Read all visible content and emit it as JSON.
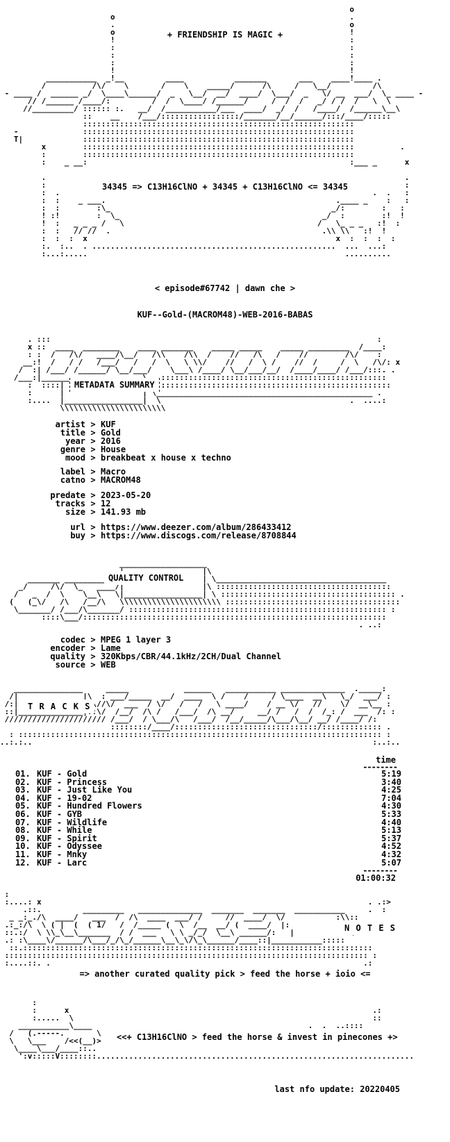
{
  "header": {
    "banner": "+ FRIENDSHIP IS MAGIC +",
    "formula": "34345 => C13H16ClNO + 34345 + C13H16ClNO <= 34345",
    "episode": "< episode#67742 | dawn che >",
    "release_name": "KUF--Gold-(MACROM48)-WEB-2016-BABAS"
  },
  "metadata": {
    "section_title": "METADATA SUMMARY",
    "group1": [
      {
        "key": "artist",
        "value": "KUF"
      },
      {
        "key": "title",
        "value": "Gold"
      },
      {
        "key": "year",
        "value": "2016"
      },
      {
        "key": "genre",
        "value": "House"
      },
      {
        "key": "mood",
        "value": "breakbeat x house x techno"
      }
    ],
    "group2": [
      {
        "key": "label",
        "value": "Macro"
      },
      {
        "key": "catno",
        "value": "MACROM48"
      }
    ],
    "group3": [
      {
        "key": "predate",
        "value": "2023-05-20"
      },
      {
        "key": "tracks",
        "value": "12"
      },
      {
        "key": "size",
        "value": "141.93 mb"
      }
    ],
    "group4": [
      {
        "key": "url",
        "value": "https://www.deezer.com/album/286433412"
      },
      {
        "key": "buy",
        "value": "https://www.discogs.com/release/8708844"
      }
    ]
  },
  "quality": {
    "section_title": "QUALITY CONTROL",
    "rows": [
      {
        "key": "codec",
        "value": "MPEG 1 layer 3"
      },
      {
        "key": "encoder",
        "value": "Lame"
      },
      {
        "key": "quality",
        "value": "320Kbps/CBR/44.1kHz/2CH/Dual Channel"
      },
      {
        "key": "source",
        "value": "WEB"
      }
    ]
  },
  "tracks": {
    "section_title": "T R A C K S",
    "time_header": "time",
    "items": [
      {
        "num": "01.",
        "title": "KUF - Gold",
        "time": "5:19"
      },
      {
        "num": "02.",
        "title": "KUF - Princess",
        "time": "3:40"
      },
      {
        "num": "03.",
        "title": "KUF - Just Like You",
        "time": "4:25"
      },
      {
        "num": "04.",
        "title": "KUF - 19-02",
        "time": "7:04"
      },
      {
        "num": "05.",
        "title": "KUF - Hundred Flowers",
        "time": "4:30"
      },
      {
        "num": "06.",
        "title": "KUF - GYB",
        "time": "5:33"
      },
      {
        "num": "07.",
        "title": "KUF - Wildlife",
        "time": "4:40"
      },
      {
        "num": "08.",
        "title": "KUF - While",
        "time": "5:13"
      },
      {
        "num": "09.",
        "title": "KUF - Spirit",
        "time": "5:37"
      },
      {
        "num": "10.",
        "title": "KUF - Odyssee",
        "time": "4:52"
      },
      {
        "num": "11.",
        "title": "KUF - Mnky",
        "time": "4:32"
      },
      {
        "num": "12.",
        "title": "KUF - Larc",
        "time": "5:07"
      }
    ],
    "total": "01:00:32"
  },
  "notes": {
    "section_title": "N O T E S",
    "tagline": "=> another curated quality pick > feed the horse + ioio <="
  },
  "footer": {
    "motto": "<<+ C13H16ClNO > feed the horse & invest in pinecones +>",
    "last_update": "last nfo update: 20220405"
  }
}
